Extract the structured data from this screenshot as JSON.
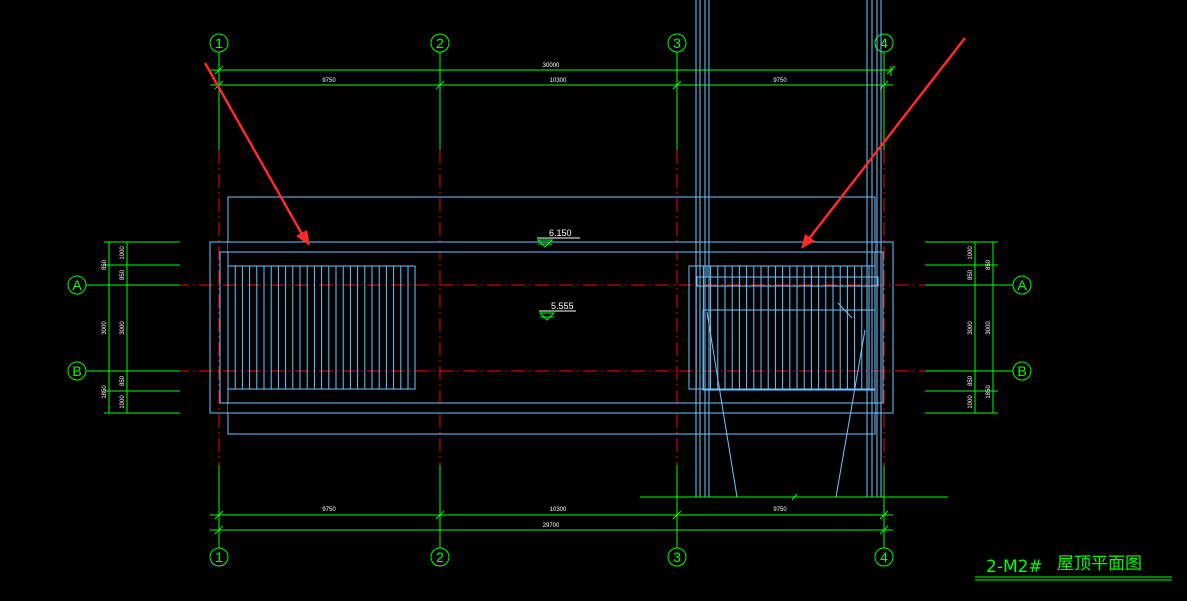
{
  "colors": {
    "background": "#000000",
    "grid_axis": "#ff0000",
    "dimension": "#00ff00",
    "bubble": "#00ff00",
    "outline": "#6ec6ff",
    "hatch": "#6ec6ff",
    "text": "#ffffff",
    "arrow": "#ff2a2a",
    "title_text": "#00ff00"
  },
  "axes_vertical": [
    "1",
    "2",
    "3",
    "4"
  ],
  "axes_horizontal": [
    "A",
    "B"
  ],
  "dimensions": {
    "top_overall": "30000",
    "top_segments": [
      "9750",
      "10300",
      "9750"
    ],
    "bottom_segments": [
      "9750",
      "10300",
      "9750"
    ],
    "bottom_overall": "29700",
    "left_inner": [
      "1000",
      "850",
      "3000",
      "850",
      "1000"
    ],
    "left_outer": [
      "850",
      "3000",
      "1850"
    ],
    "right_inner": [
      "1000",
      "850",
      "3000",
      "850",
      "1000"
    ],
    "right_outer": [
      "850",
      "3000",
      "1850"
    ]
  },
  "elevations": [
    "6.150",
    "5.555"
  ],
  "title": {
    "code": "2-M2#",
    "name": "屋顶平面图"
  },
  "icons": {
    "arrow_left": "red-pointer-arrow-icon",
    "arrow_right": "red-pointer-arrow-icon",
    "elevation_mark": "elevation-triangle-icon"
  }
}
